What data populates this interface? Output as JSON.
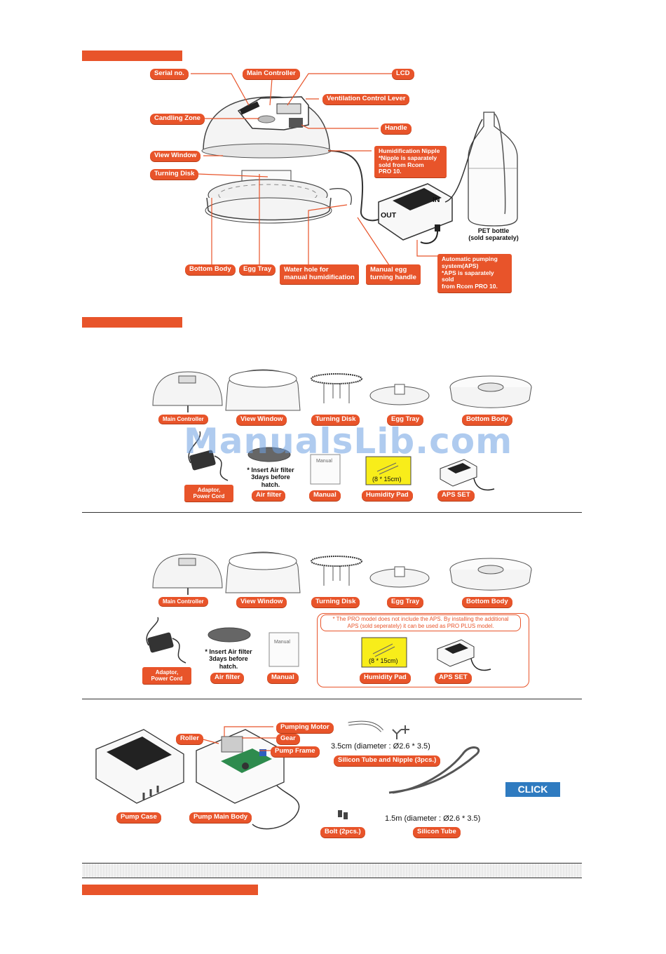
{
  "diagram": {
    "labels": {
      "serial_no": "Serial no.",
      "main_controller": "Main Controller",
      "lcd": "LCD",
      "ventilation_lever": "Ventilation Control Lever",
      "candling_zone": "Candling Zone",
      "handle": "Handle",
      "view_window": "View Window",
      "humidification_nipple": "Humidification Nipple\n*Nipple is saparately\n sold from Rcom\n PRO 10.",
      "turning_disk": "Turning Disk",
      "in": "IN",
      "out": "OUT",
      "pet_bottle": "PET bottle\n(sold separately)",
      "aps": "Automatic pumping\nsystem(APS)\n*APS is saparately sold\n from Rcom PRO 10.",
      "bottom_body": "Bottom Body",
      "egg_tray": "Egg Tray",
      "water_hole": "Water hole for\nmanual humidification",
      "manual_egg": "Manual egg\nturning handle"
    }
  },
  "components_plus": {
    "main_controller": "Main Controller",
    "view_window": "View Window",
    "turning_disk": "Turning Disk",
    "egg_tray": "Egg Tray",
    "bottom_body": "Bottom Body",
    "adaptor": "Adaptor,\nPower Cord",
    "air_filter_note": "* Insert Air filter\n3days before\nhatch.",
    "air_filter": "Air filter",
    "manual_doc": "Manual",
    "manual": "Manual",
    "pad_size": "(8 * 15cm)",
    "humidity_pad": "Humidity Pad",
    "aps_set": "APS SET"
  },
  "watermark": "ManualsLib.com",
  "components_pro": {
    "main_controller": "Main Controller",
    "view_window": "View Window",
    "turning_disk": "Turning Disk",
    "egg_tray": "Egg Tray",
    "bottom_body": "Bottom Body",
    "adaptor": "Adaptor,\nPower Cord",
    "air_filter_note": "* Insert Air filter\n3days before\nhatch.",
    "air_filter": "Air filter",
    "manual_doc": "Manual",
    "manual": "Manual",
    "pro_note": "* The PRO model does not include the APS. By installing the additional\nAPS (sold seperately) it can be used as PRO PLUS model.",
    "pad_size": "(8 * 15cm)",
    "humidity_pad": "Humidity Pad",
    "aps_set": "APS SET"
  },
  "aps_parts": {
    "pumping_motor": "Pumping Motor",
    "roller": "Roller",
    "gear": "Gear",
    "pump_frame": "Pump Frame",
    "tube_short_size": "3.5cm (diameter : Ø2.6 * 3.5)",
    "silicon_tube_nipple": "Silicon Tube and Nipple (3pcs.)",
    "tube_long_size": "1.5m (diameter : Ø2.6 * 3.5)",
    "silicon_tube": "Silicon Tube",
    "bolt": "Bolt (2pcs.)",
    "pump_case": "Pump Case",
    "pump_main_body": "Pump Main Body",
    "click": "CLICK"
  },
  "colors": {
    "accent": "#e8542a",
    "button": "#2f7bc0",
    "watermark": "#6ea0e1"
  }
}
